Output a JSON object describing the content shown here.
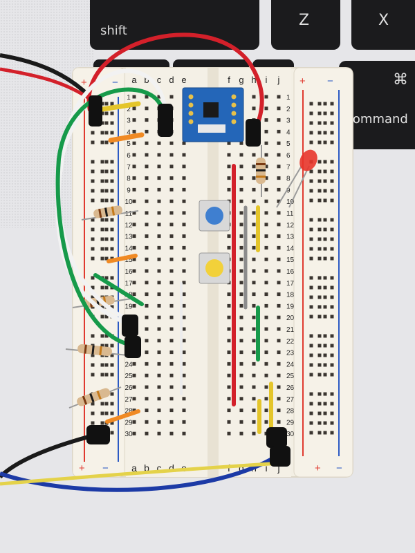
{
  "keyboard": {
    "keys": [
      {
        "id": "shift",
        "label": "shift"
      },
      {
        "id": "z",
        "label": "Z"
      },
      {
        "id": "x",
        "label": "X"
      },
      {
        "id": "command",
        "label": "command",
        "symbol": "⌘"
      }
    ]
  },
  "breadboard": {
    "column_letters_top": [
      "a",
      "b",
      "c",
      "d",
      "e",
      "f",
      "g",
      "h",
      "i",
      "j"
    ],
    "column_letters_bottom": [
      "a",
      "b",
      "c",
      "d",
      "e",
      "f",
      "g",
      "h",
      "i",
      "j"
    ],
    "row_numbers": [
      "1",
      "2",
      "3",
      "4",
      "5",
      "6",
      "7",
      "8",
      "9",
      "10",
      "11",
      "12",
      "13",
      "14",
      "15",
      "16",
      "17",
      "18",
      "19",
      "20",
      "21",
      "22",
      "23",
      "24",
      "25",
      "26",
      "27",
      "28",
      "29",
      "30"
    ],
    "rail_marks": {
      "plus": "+",
      "minus": "−"
    },
    "rail_colors": {
      "plus": "#e03a2f",
      "minus": "#2b59c3"
    }
  },
  "components": {
    "sensor_module": "blue breakout board",
    "buttons": [
      {
        "cap_color": "#3f7fd0"
      },
      {
        "cap_color": "#f2d13a"
      }
    ],
    "led_color": "#e8352b",
    "wire_colors": {
      "red": "#d3202a",
      "black": "#1a1a1a",
      "white": "#f2f2f2",
      "green": "#169a4a",
      "blue": "#1c3aa6",
      "yellow": "#e4d24a",
      "orange": "#f08a24"
    }
  }
}
